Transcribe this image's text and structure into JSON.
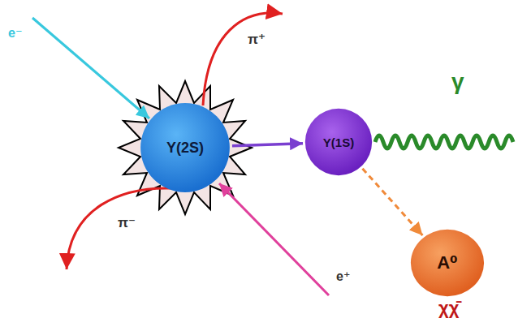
{
  "diagram": {
    "nodes": [
      {
        "text": [
          "Y(2S)"
        ]
      },
      {
        "text": [
          "Y(1S)"
        ]
      },
      {
        "text": [
          "A⁰"
        ]
      }
    ],
    "edges": [
      {
        "from": 0,
        "to": 1,
        "arrow": "to"
      },
      {
        "from": 1,
        "to": 2,
        "arrow": "to"
      }
    ],
    "labels": [
      "e⁻",
      "π⁺",
      "π⁻",
      "e⁺",
      "γ",
      "χχ̄"
    ]
  }
}
